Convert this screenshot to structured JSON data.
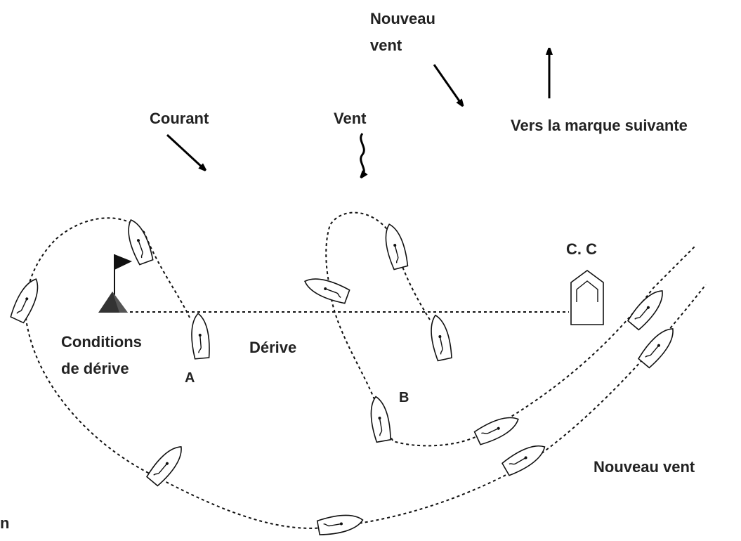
{
  "labels": {
    "nouveau_vent_top_1": "Nouveau",
    "nouveau_vent_top_2": "vent",
    "courant": "Courant",
    "vent": "Vent",
    "vers_marque": "Vers la marque suivante",
    "cc": "C. C",
    "conditions_1": "Conditions",
    "conditions_2": "de dérive",
    "derive": "Dérive",
    "a": "A",
    "b": "B",
    "nouveau_vent_bottom": "Nouveau vent",
    "cut_off": "n"
  },
  "colors": {
    "ink": "#111111",
    "mark": "#333333",
    "background": "#ffffff"
  },
  "icons": [
    "arrow-icon",
    "wavy-arrow-icon",
    "flag-icon",
    "buoy-icon",
    "boat-icon",
    "committee-boat-icon"
  ]
}
